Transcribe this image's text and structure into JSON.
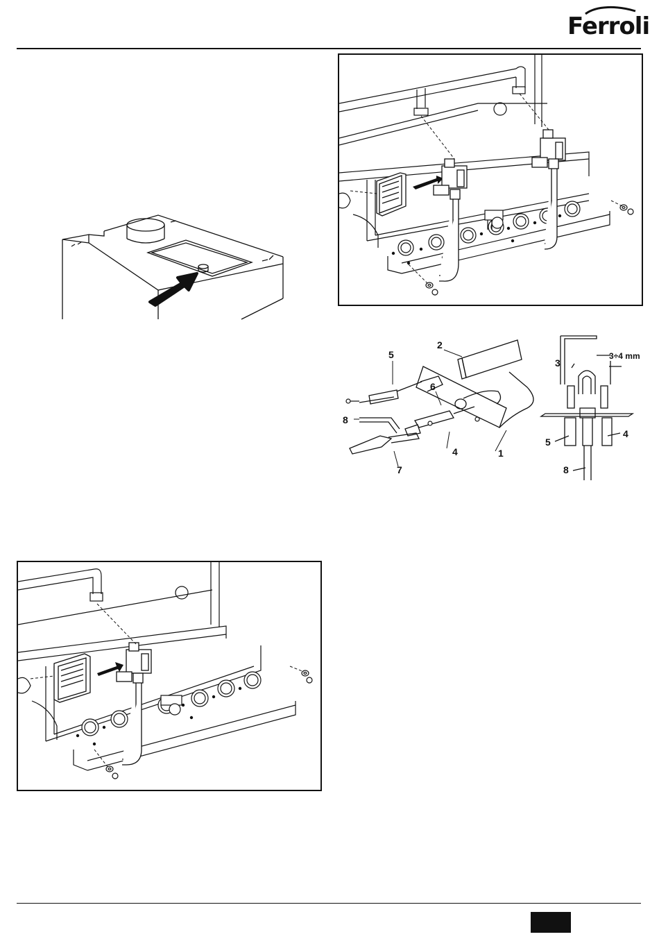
{
  "header": {
    "brand": "Ferroli"
  },
  "figure_pilot": {
    "callouts": [
      "1",
      "2",
      "3",
      "4",
      "5",
      "6",
      "7",
      "8"
    ],
    "gap_label": "3÷4 mm",
    "side_callouts": [
      "3",
      "4",
      "5",
      "8"
    ]
  },
  "footer": {
    "page_number": ""
  }
}
